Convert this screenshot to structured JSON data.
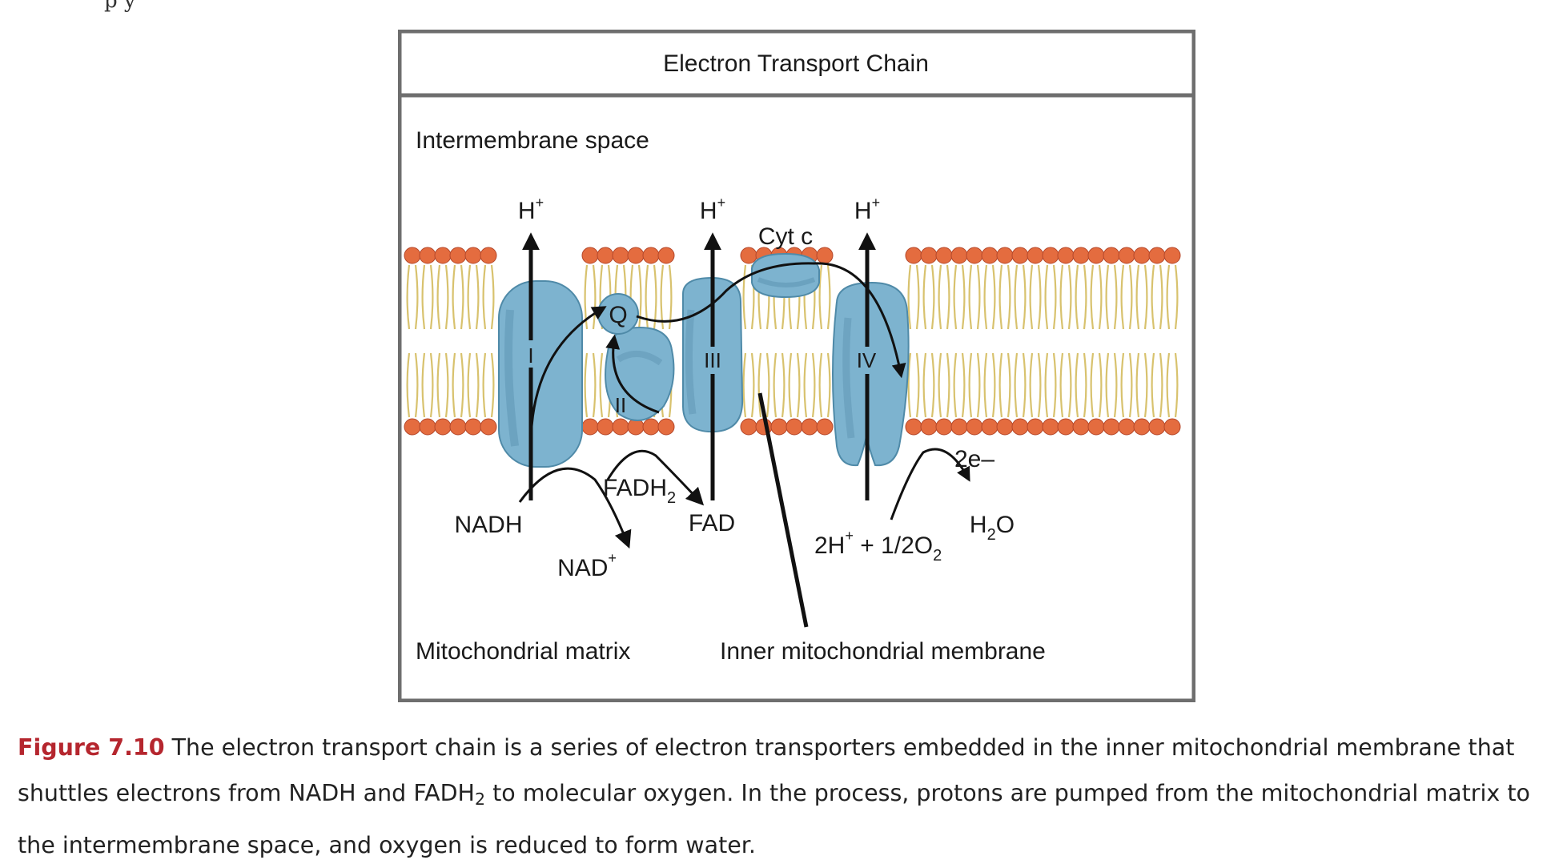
{
  "top_fragment": "p            y",
  "diagram": {
    "title": "Electron Transport Chain",
    "intermembrane_label": "Intermembrane space",
    "matrix_label": "Mitochondrial matrix",
    "membrane_label": "Inner mitochondrial membrane",
    "proton": "H",
    "proton_charge": "+",
    "complexes": [
      "I",
      "II",
      "III",
      "IV"
    ],
    "q_label": "Q",
    "cytc_label": "Cyt c",
    "nadh": "NADH",
    "nad": "NAD",
    "nad_charge": "+",
    "fadh_main": "FADH",
    "fadh_sub": "2",
    "fad": "FAD",
    "electrons": "2e–",
    "water_h": "H",
    "water_sub": "2",
    "water_o": "O",
    "reactant_2h": "2H",
    "reactant_plus": "+",
    "reactant_rest": " + 1/2O",
    "reactant_sub": "2",
    "colors": {
      "protein": "#7db3cf",
      "protein_stroke": "#4f8aa8",
      "protein_shadow": "#5f96b4",
      "lipid_head": "#e46c3f",
      "lipid_tail": "#d8c26e",
      "frame": "#6e6e6e"
    }
  },
  "caption": {
    "label": "Figure 7.10",
    "part1": " The electron transport chain is a series of electron transporters embedded in the inner mitochondrial membrane that shuttles electrons from NADH and FADH",
    "sub": "2",
    "part2": " to molecular oxygen. In the process, protons are pumped from the mitochondrial matrix to the intermembrane space, and oxygen is reduced to form water."
  }
}
